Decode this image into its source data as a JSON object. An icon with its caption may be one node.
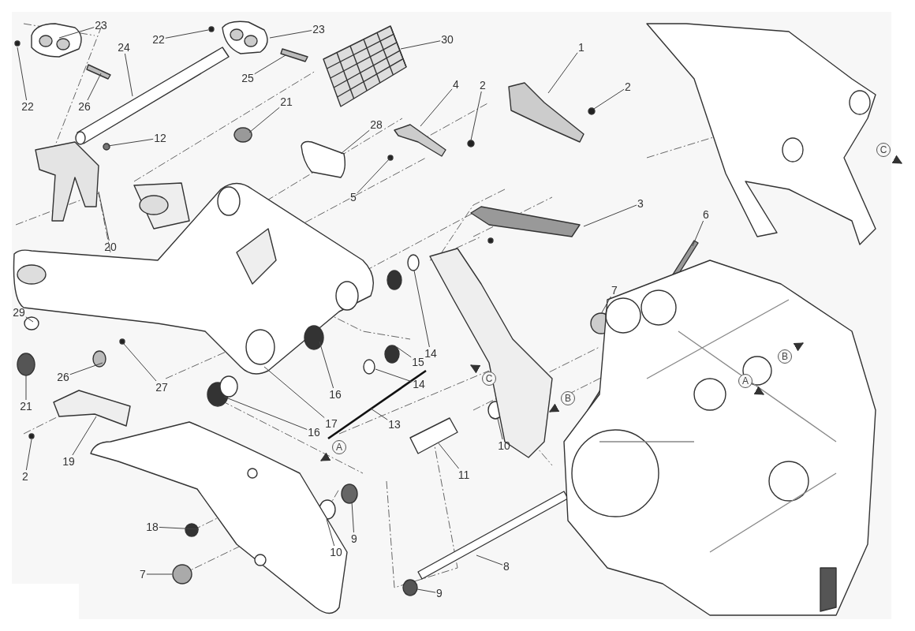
{
  "diagram": {
    "nodes": [
      {
        "text": [
          "23"
        ]
      },
      {
        "text": [
          "22"
        ]
      },
      {
        "text": [
          "22"
        ]
      },
      {
        "text": [
          "23"
        ]
      },
      {
        "text": [
          "30"
        ]
      },
      {
        "text": [
          "24"
        ]
      },
      {
        "text": [
          "1"
        ]
      },
      {
        "text": [
          "26"
        ]
      },
      {
        "text": [
          "25"
        ]
      },
      {
        "text": [
          "2"
        ]
      },
      {
        "text": [
          "4"
        ]
      },
      {
        "text": [
          "2"
        ]
      },
      {
        "text": [
          "21"
        ]
      },
      {
        "text": [
          "12"
        ]
      },
      {
        "text": [
          "28"
        ]
      },
      {
        "text": [
          "5"
        ]
      },
      {
        "text": [
          "3"
        ]
      },
      {
        "text": [
          "6"
        ]
      },
      {
        "text": [
          "20"
        ]
      },
      {
        "text": [
          "7"
        ]
      },
      {
        "text": [
          "29"
        ]
      },
      {
        "text": [
          "14"
        ]
      },
      {
        "text": [
          "15"
        ]
      },
      {
        "text": [
          "14"
        ]
      },
      {
        "text": [
          "16"
        ]
      },
      {
        "text": [
          "26"
        ]
      },
      {
        "text": [
          "27"
        ]
      },
      {
        "text": [
          "13"
        ]
      },
      {
        "text": [
          "21"
        ]
      },
      {
        "text": [
          "17"
        ]
      },
      {
        "text": [
          "16"
        ]
      },
      {
        "text": [
          "10"
        ]
      },
      {
        "text": [
          "19"
        ]
      },
      {
        "text": [
          "2"
        ]
      },
      {
        "text": [
          "11"
        ]
      },
      {
        "text": [
          "18"
        ]
      },
      {
        "text": [
          "9"
        ]
      },
      {
        "text": [
          "10"
        ]
      },
      {
        "text": [
          "8"
        ]
      },
      {
        "text": [
          "7"
        ]
      },
      {
        "text": [
          "9"
        ]
      }
    ],
    "edges": [
      {
        "from": 0,
        "to": null,
        "arrow": "none"
      },
      {
        "from": 1,
        "to": null,
        "arrow": "none"
      },
      {
        "from": 2,
        "to": null,
        "arrow": "none"
      },
      {
        "from": 3,
        "to": null,
        "arrow": "none"
      },
      {
        "from": 4,
        "to": null,
        "arrow": "none"
      },
      {
        "from": 5,
        "to": null,
        "arrow": "none"
      },
      {
        "from": 6,
        "to": null,
        "arrow": "none"
      },
      {
        "from": 7,
        "to": null,
        "arrow": "none"
      },
      {
        "from": 8,
        "to": null,
        "arrow": "none"
      },
      {
        "from": 9,
        "to": null,
        "arrow": "none"
      },
      {
        "from": 10,
        "to": null,
        "arrow": "none"
      },
      {
        "from": 11,
        "to": null,
        "arrow": "none"
      },
      {
        "from": 12,
        "to": null,
        "arrow": "none"
      },
      {
        "from": 13,
        "to": null,
        "arrow": "none"
      },
      {
        "from": 14,
        "to": null,
        "arrow": "none"
      },
      {
        "from": 15,
        "to": null,
        "arrow": "none"
      },
      {
        "from": 16,
        "to": null,
        "arrow": "none"
      },
      {
        "from": 17,
        "to": null,
        "arrow": "none"
      },
      {
        "from": 18,
        "to": null,
        "arrow": "none"
      },
      {
        "from": 19,
        "to": null,
        "arrow": "none"
      },
      {
        "from": 20,
        "to": null,
        "arrow": "none"
      },
      {
        "from": 21,
        "to": null,
        "arrow": "none"
      },
      {
        "from": 22,
        "to": null,
        "arrow": "none"
      },
      {
        "from": 23,
        "to": null,
        "arrow": "none"
      },
      {
        "from": 24,
        "to": null,
        "arrow": "none"
      },
      {
        "from": 25,
        "to": null,
        "arrow": "none"
      },
      {
        "from": 26,
        "to": null,
        "arrow": "none"
      },
      {
        "from": 27,
        "to": null,
        "arrow": "none"
      },
      {
        "from": 28,
        "to": null,
        "arrow": "none"
      },
      {
        "from": 29,
        "to": null,
        "arrow": "none"
      },
      {
        "from": 30,
        "to": null,
        "arrow": "none"
      },
      {
        "from": 31,
        "to": null,
        "arrow": "none"
      },
      {
        "from": 32,
        "to": null,
        "arrow": "none"
      },
      {
        "from": 33,
        "to": null,
        "arrow": "none"
      },
      {
        "from": 34,
        "to": null,
        "arrow": "none"
      },
      {
        "from": 35,
        "to": null,
        "arrow": "none"
      },
      {
        "from": 36,
        "to": null,
        "arrow": "none"
      },
      {
        "from": 37,
        "to": null,
        "arrow": "none"
      },
      {
        "from": 38,
        "to": null,
        "arrow": "none"
      },
      {
        "from": 39,
        "to": null,
        "arrow": "none"
      },
      {
        "from": 40,
        "to": null,
        "arrow": "none"
      }
    ],
    "labels": [
      "C",
      "B",
      "A",
      "C",
      "B",
      "A"
    ]
  }
}
